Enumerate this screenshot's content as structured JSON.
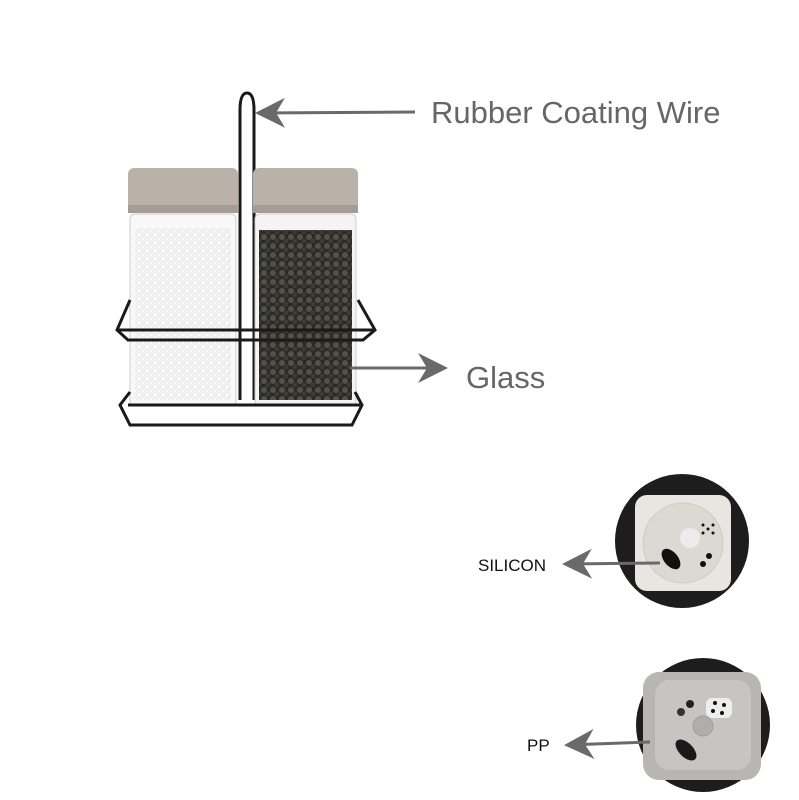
{
  "labels": {
    "wire": "Rubber Coating Wire",
    "glass": "Glass",
    "silicon": "SILICON",
    "pp": "PP"
  },
  "colors": {
    "arrow": "#6a6a6a",
    "wire": "#1a1a1a",
    "cap": "#b9b0a8",
    "text": "#666666"
  }
}
